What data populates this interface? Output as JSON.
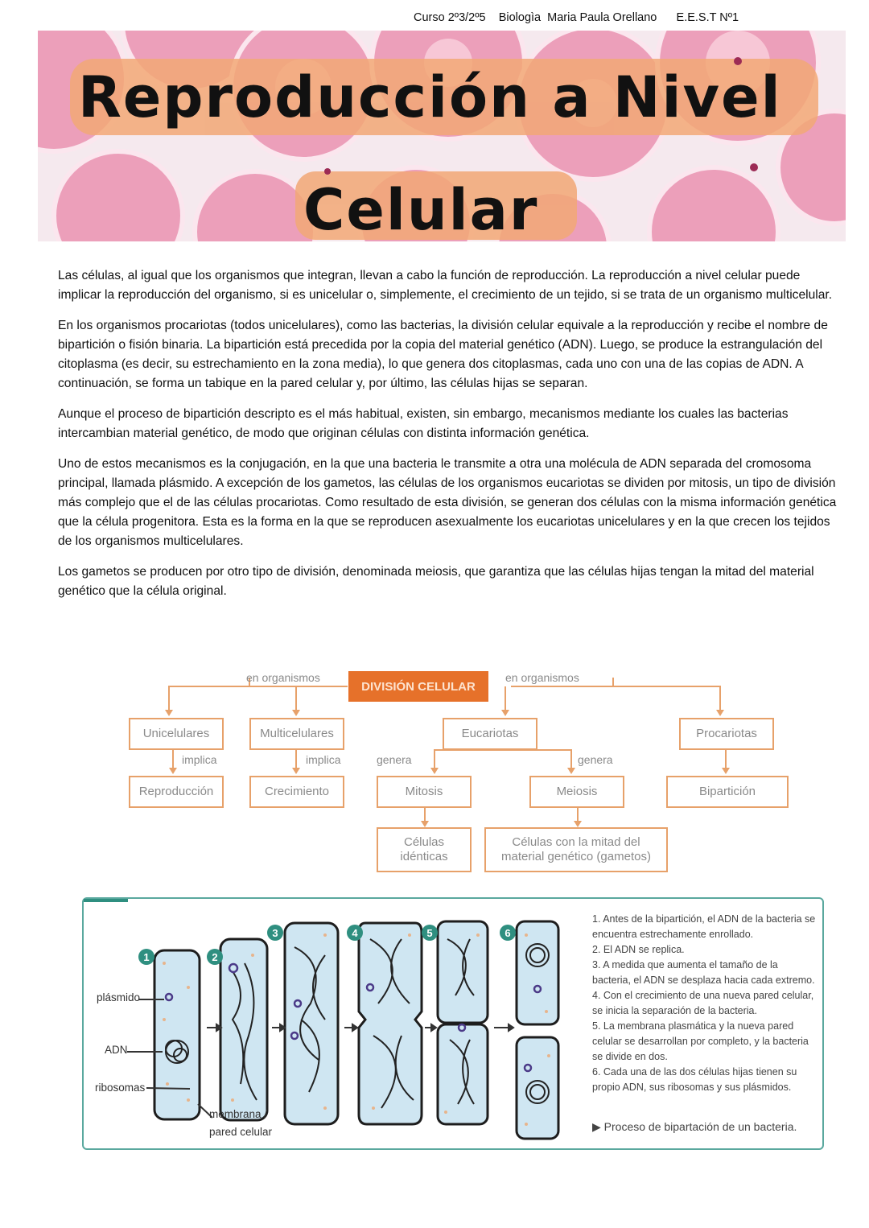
{
  "header": {
    "course_line": "Curso 2º3/2º5    Biologìa  Maria Paula Orellano      E.E.S.T Nº1"
  },
  "title": {
    "line1": "Reproducción a Nivel",
    "line2": "Celular"
  },
  "paragraphs": [
    "Las células, al igual que los organismos que integran, llevan a cabo la función de reproducción. La reproducción a nivel celular puede implicar la reproducción del organismo, si es unicelular o, simplemente, el crecimiento de un tejido, si se trata de un organismo multicelular.",
    "En los organismos procariotas (todos unicelulares), como las bacterias, la división celular equivale a la reproducción y recibe el nombre de bipartición o fisión binaria. La bipartición está precedida por la copia del material genético (ADN). Luego, se produce la estrangulación del citoplasma (es decir, su estrechamiento en la zona media), lo que genera dos citoplasmas, cada uno con una de las copias de ADN. A continuación, se forma un tabique en la pared celular y, por último, las células hijas se separan.",
    "Aunque el proceso de bipartición descripto es el más habitual, existen, sin embargo, mecanismos mediante los cuales las bacterias intercambian material genético, de modo que originan células con distinta información genética.",
    "Uno de estos mecanismos es la conjugación, en la que una bacteria le transmite a otra una molécula de ADN separada del cromosoma principal, llamada plásmido. A excepción de los gametos, las células de los organismos eucariotas se dividen por mitosis, un tipo de división más complejo que el de las células procariotas. Como resultado de esta división, se generan dos células con la misma información genética que la célula progenitora. Esta es la forma en la que se reproducen asexualmente los eucariotas unicelulares y en la que crecen los tejidos de los organismos multicelulares.",
    "Los gametos se producen por otro tipo de división, denominada meiosis, que garantiza que las células hijas tengan la mitad del material genético que la célula original."
  ],
  "concept_map": {
    "center": "DIVISIÓN CELULAR",
    "left_label": "en organismos",
    "right_label": "en organismos",
    "unicelulares": "Unicelulares",
    "multicelulares": "Multicelulares",
    "eucariotas": "Eucariotas",
    "procariotas": "Procariotas",
    "implica1": "implica",
    "implica2": "implica",
    "genera1": "genera",
    "genera2": "genera",
    "reproduccion": "Reproducción",
    "crecimiento": "Crecimiento",
    "mitosis": "Mitosis",
    "meiosis": "Meiosis",
    "biparticion": "Bipartición",
    "celulas_identicas_1": "Células",
    "celulas_identicas_2": "idénticas",
    "celulas_mitad_1": "Células con la mitad del",
    "celulas_mitad_2": "material genético (gametos)"
  },
  "bipartition": {
    "labels": {
      "plasmido": "plásmido",
      "adn": "ADN",
      "ribosomas": "ribosomas",
      "membrana_1": "membrana /",
      "membrana_2": "pared celular"
    },
    "steps": [
      "1",
      "2",
      "3",
      "4",
      "5",
      "6"
    ],
    "list": [
      "1. Antes de la bipartición, el ADN de la bacteria se encuentra estrechamente enrollado.",
      "2. El ADN se replica.",
      "3. A medida que aumenta el tamaño de la bacteria, el ADN se desplaza hacia cada extremo.",
      "4. Con el crecimiento de una nueva pared celular, se inicia la separación de la bacteria.",
      "5. La membrana plasmática y la nueva pared celular se desarrollan por completo, y la bacteria se divide en dos.",
      "6. Cada una de las dos células hijas tienen su propio ADN, sus ribosomas y sus plásmidos."
    ],
    "caption": "Proceso de bipartación de un bacteria."
  },
  "colors": {
    "accent_orange": "#e6712a",
    "box_border": "#e7a16a",
    "teal": "#2f8f80",
    "cell_fill": "#cfe6f2"
  }
}
